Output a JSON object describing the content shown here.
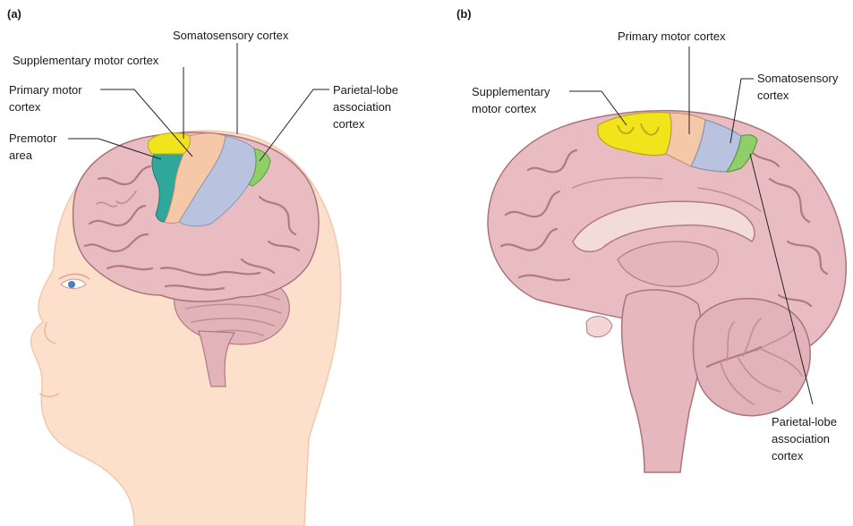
{
  "panels": {
    "a": {
      "tag": "(a)",
      "labels": {
        "somatosensory": "Somatosensory cortex",
        "supplementary": "Supplementary motor cortex",
        "primary_1": "Primary motor",
        "primary_2": "cortex",
        "premotor_1": "Premotor",
        "premotor_2": "area",
        "parietal_1": "Parietal-lobe",
        "parietal_2": "association",
        "parietal_3": "cortex"
      }
    },
    "b": {
      "tag": "(b)",
      "labels": {
        "primary": "Primary motor cortex",
        "supplementary_1": "Supplementary",
        "supplementary_2": "motor cortex",
        "somatosensory_1": "Somatosensory",
        "somatosensory_2": "cortex",
        "parietal_1": "Parietal-lobe",
        "parietal_2": "association",
        "parietal_3": "cortex"
      }
    }
  },
  "colors": {
    "supplementary_motor": "#f2e41c",
    "primary_motor": "#f5c9a8",
    "somatosensory": "#b9c3e0",
    "parietal_association": "#8fcf6a",
    "premotor": "#2fa79b",
    "brain": "#e8bcc0",
    "head_skin": "#fde0cc"
  }
}
